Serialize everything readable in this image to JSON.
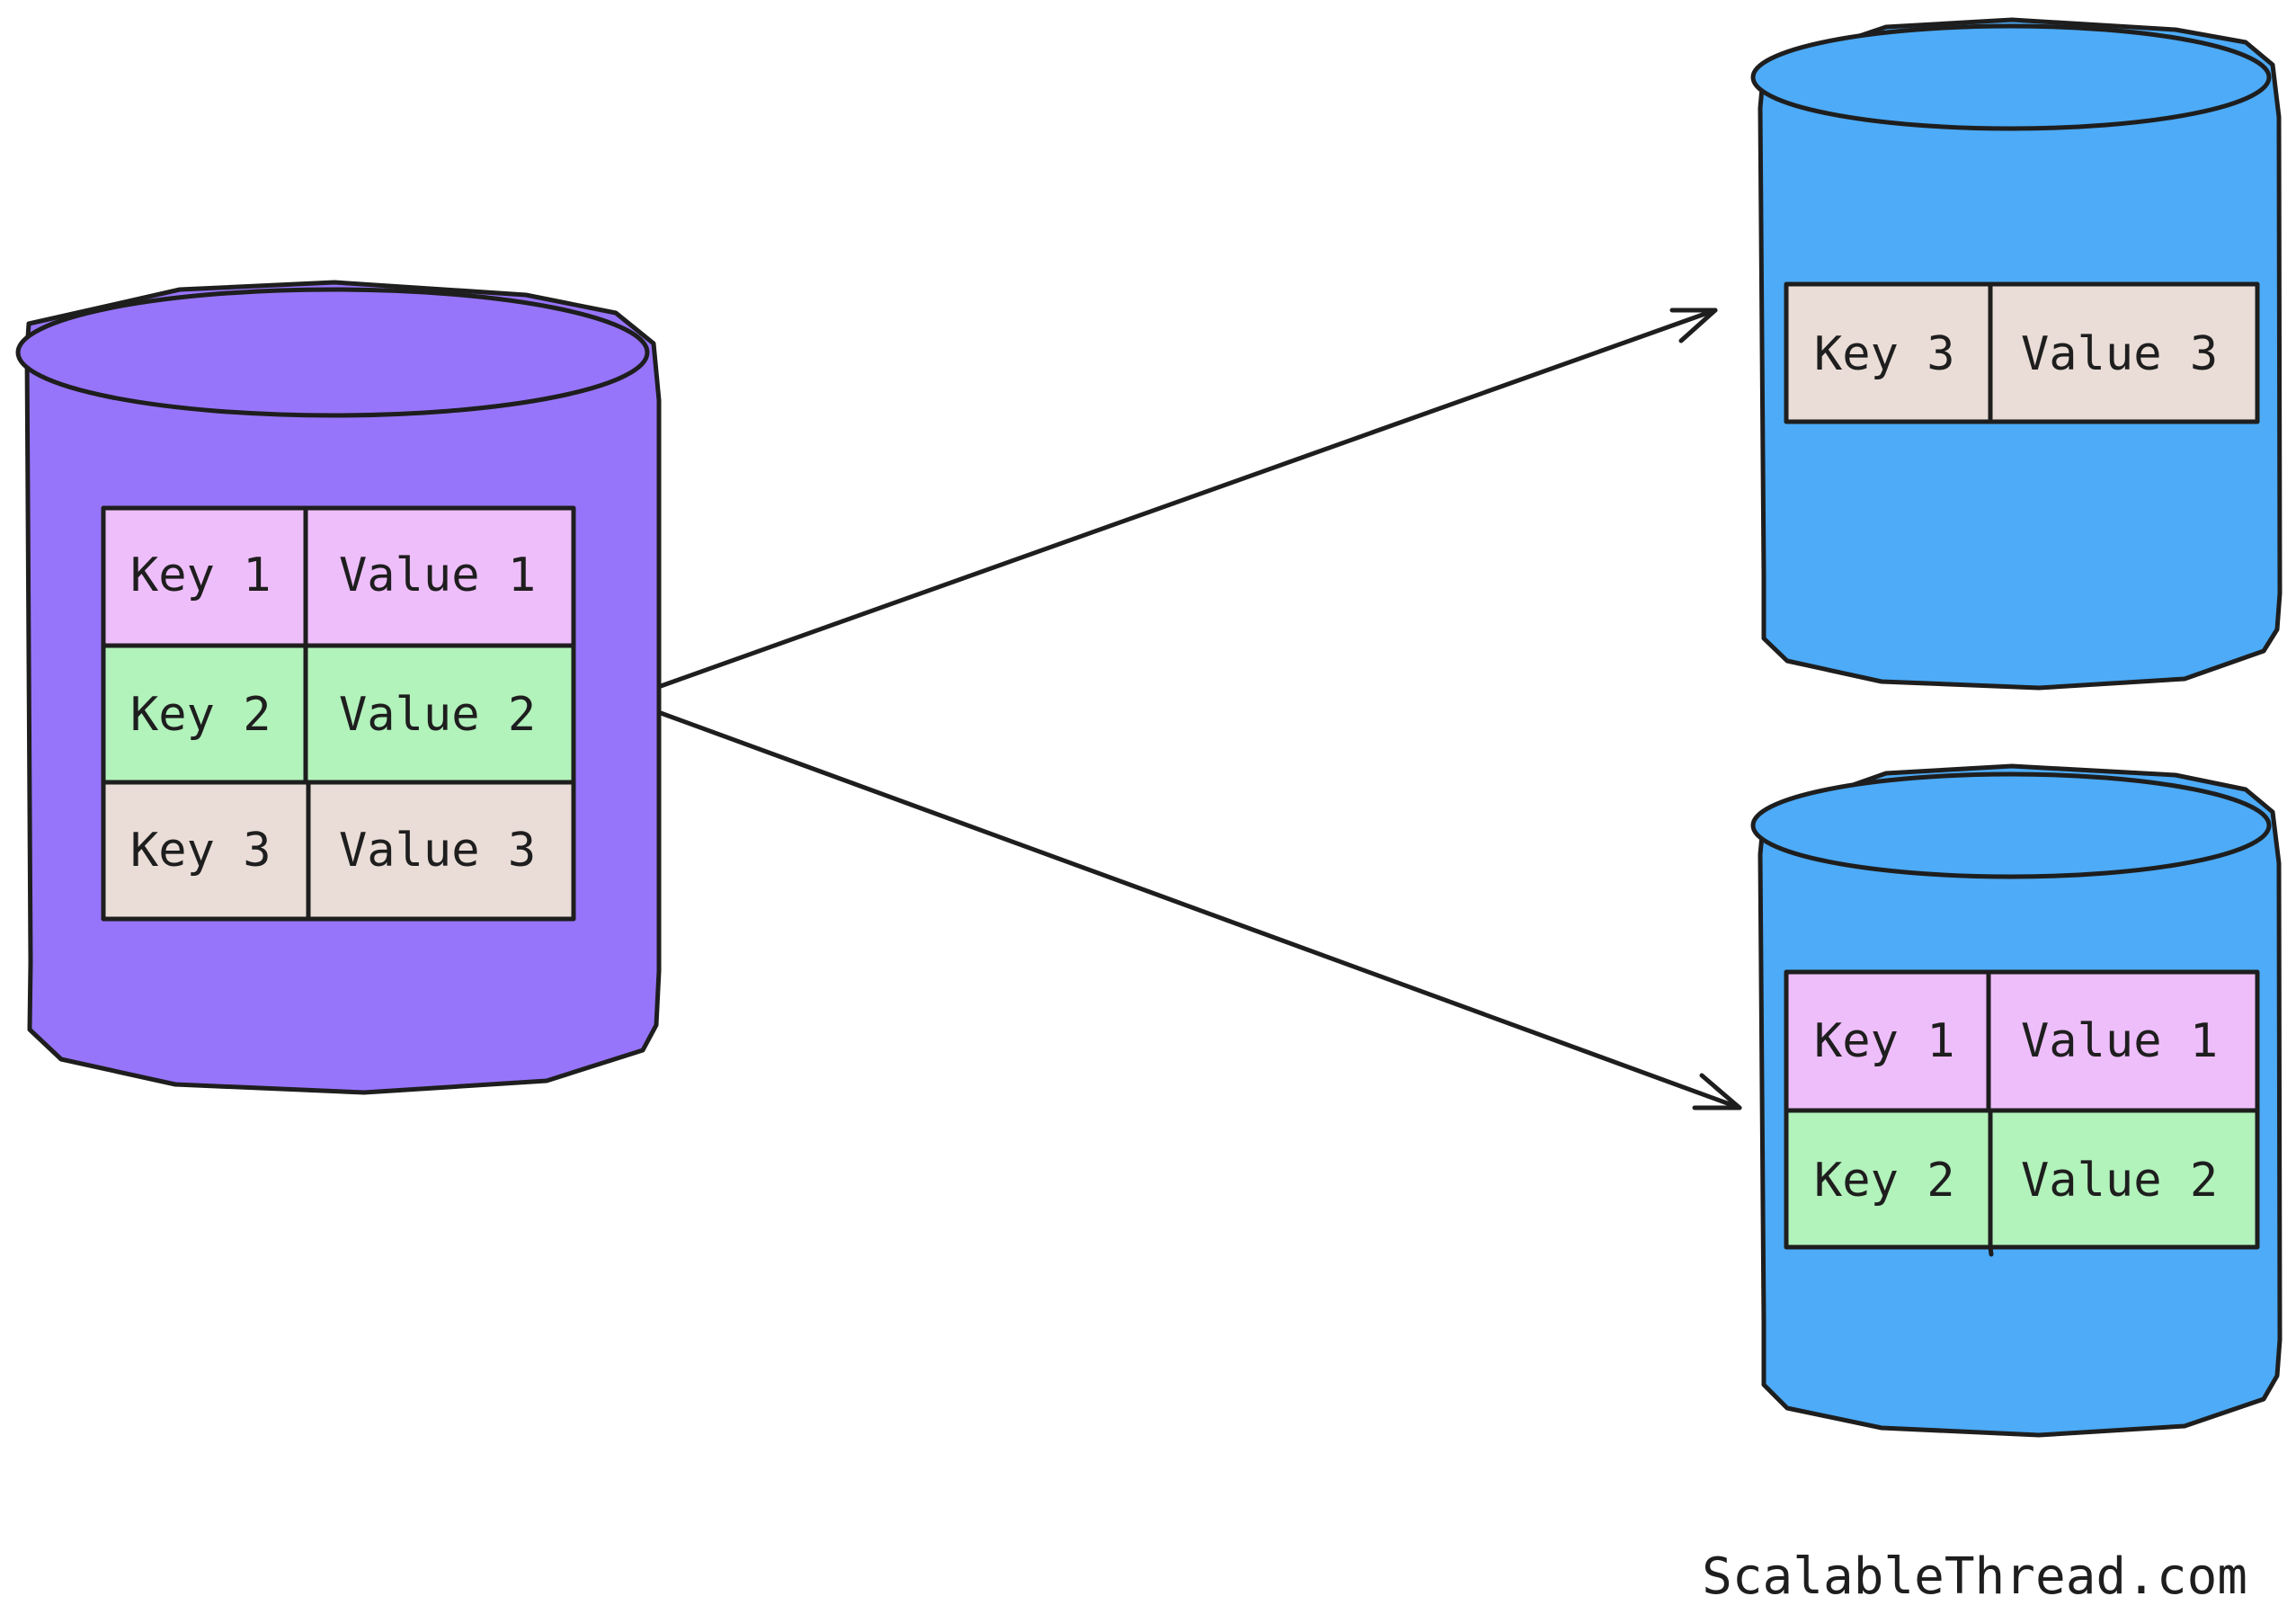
{
  "colors": {
    "source_db": "#9775fa",
    "target_db": "#4dabf7",
    "row_1": "#eebefa",
    "row_2": "#b2f2bb",
    "row_3": "#eaddd7",
    "stroke": "#1e1e1e"
  },
  "source": {
    "rows": [
      {
        "key": "Key 1",
        "value": "Value 1",
        "color": "#eebefa"
      },
      {
        "key": "Key 2",
        "value": "Value 2",
        "color": "#b2f2bb"
      },
      {
        "key": "Key 3",
        "value": "Value 3",
        "color": "#eaddd7"
      }
    ]
  },
  "target_top": {
    "rows": [
      {
        "key": "Key 3",
        "value": "Value 3",
        "color": "#eaddd7"
      }
    ]
  },
  "target_bottom": {
    "rows": [
      {
        "key": "Key 1",
        "value": "Value 1",
        "color": "#eebefa"
      },
      {
        "key": "Key 2",
        "value": "Value 2",
        "color": "#b2f2bb"
      }
    ]
  },
  "footer": {
    "watermark": "ScalableThread.com"
  }
}
